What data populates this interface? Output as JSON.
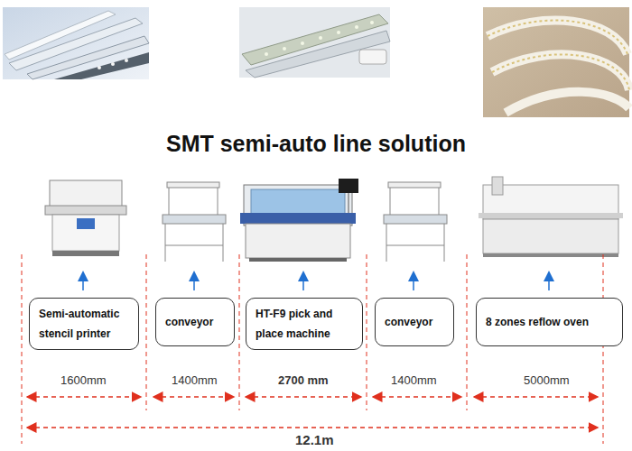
{
  "diagram": {
    "title": "SMT semi-auto line solution",
    "nodes": [
      {
        "text": [
          "Semi-automatic stencil printer"
        ]
      },
      {
        "text": [
          "conveyor"
        ]
      },
      {
        "text": [
          "HT-F9 pick and place machine"
        ]
      },
      {
        "text": [
          "conveyor"
        ]
      },
      {
        "text": [
          "8 zones reflow oven"
        ]
      }
    ],
    "labels": [
      "1600mm",
      "1400mm",
      "2700 mm",
      "1400mm",
      "5000mm",
      "12.1m"
    ]
  }
}
